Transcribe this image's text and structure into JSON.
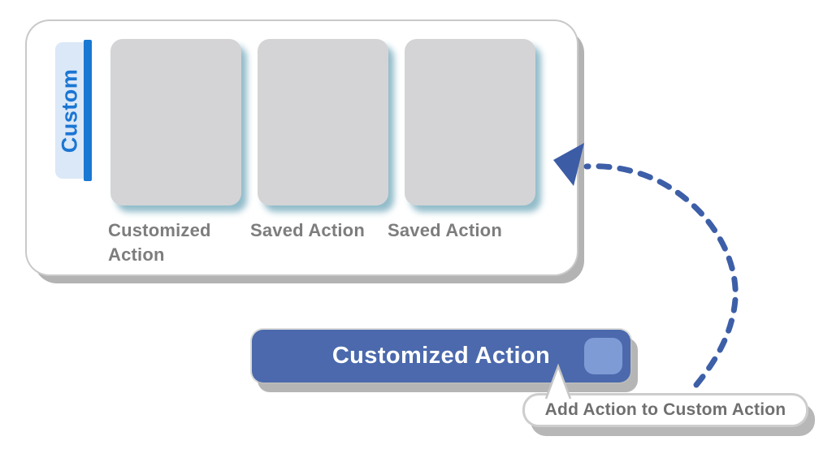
{
  "panel": {
    "label": "Custom",
    "cards": [
      {
        "label": "Customized Action"
      },
      {
        "label": "Saved Action"
      },
      {
        "label": "Saved Action"
      }
    ],
    "colors": {
      "panel_bg": "#ffffff",
      "panel_shadow": "#b3b3b3",
      "label_text": "#1b76d3",
      "label_bg": "#dbe8f7",
      "label_bar": "#1878d2",
      "card_bg": "#d4d4d6",
      "card_shadow": "#9cc4cf",
      "card_label_text": "#7d7d7d"
    }
  },
  "action_bar": {
    "label": "Customized Action",
    "colors": {
      "bg": "#4b69ac",
      "label_text": "#ffffff",
      "slot": "#7f9bd6"
    }
  },
  "tooltip": {
    "text": "Add Action to Custom Action",
    "colors": {
      "bg": "#ffffff",
      "text": "#6f6f6f",
      "edge": "#c6c6c6"
    }
  },
  "connector": {
    "type": "dashed-curved-arrow",
    "color": "#3d5fa8",
    "from": "tooltip-area",
    "to": "custom-panel-right-edge"
  }
}
